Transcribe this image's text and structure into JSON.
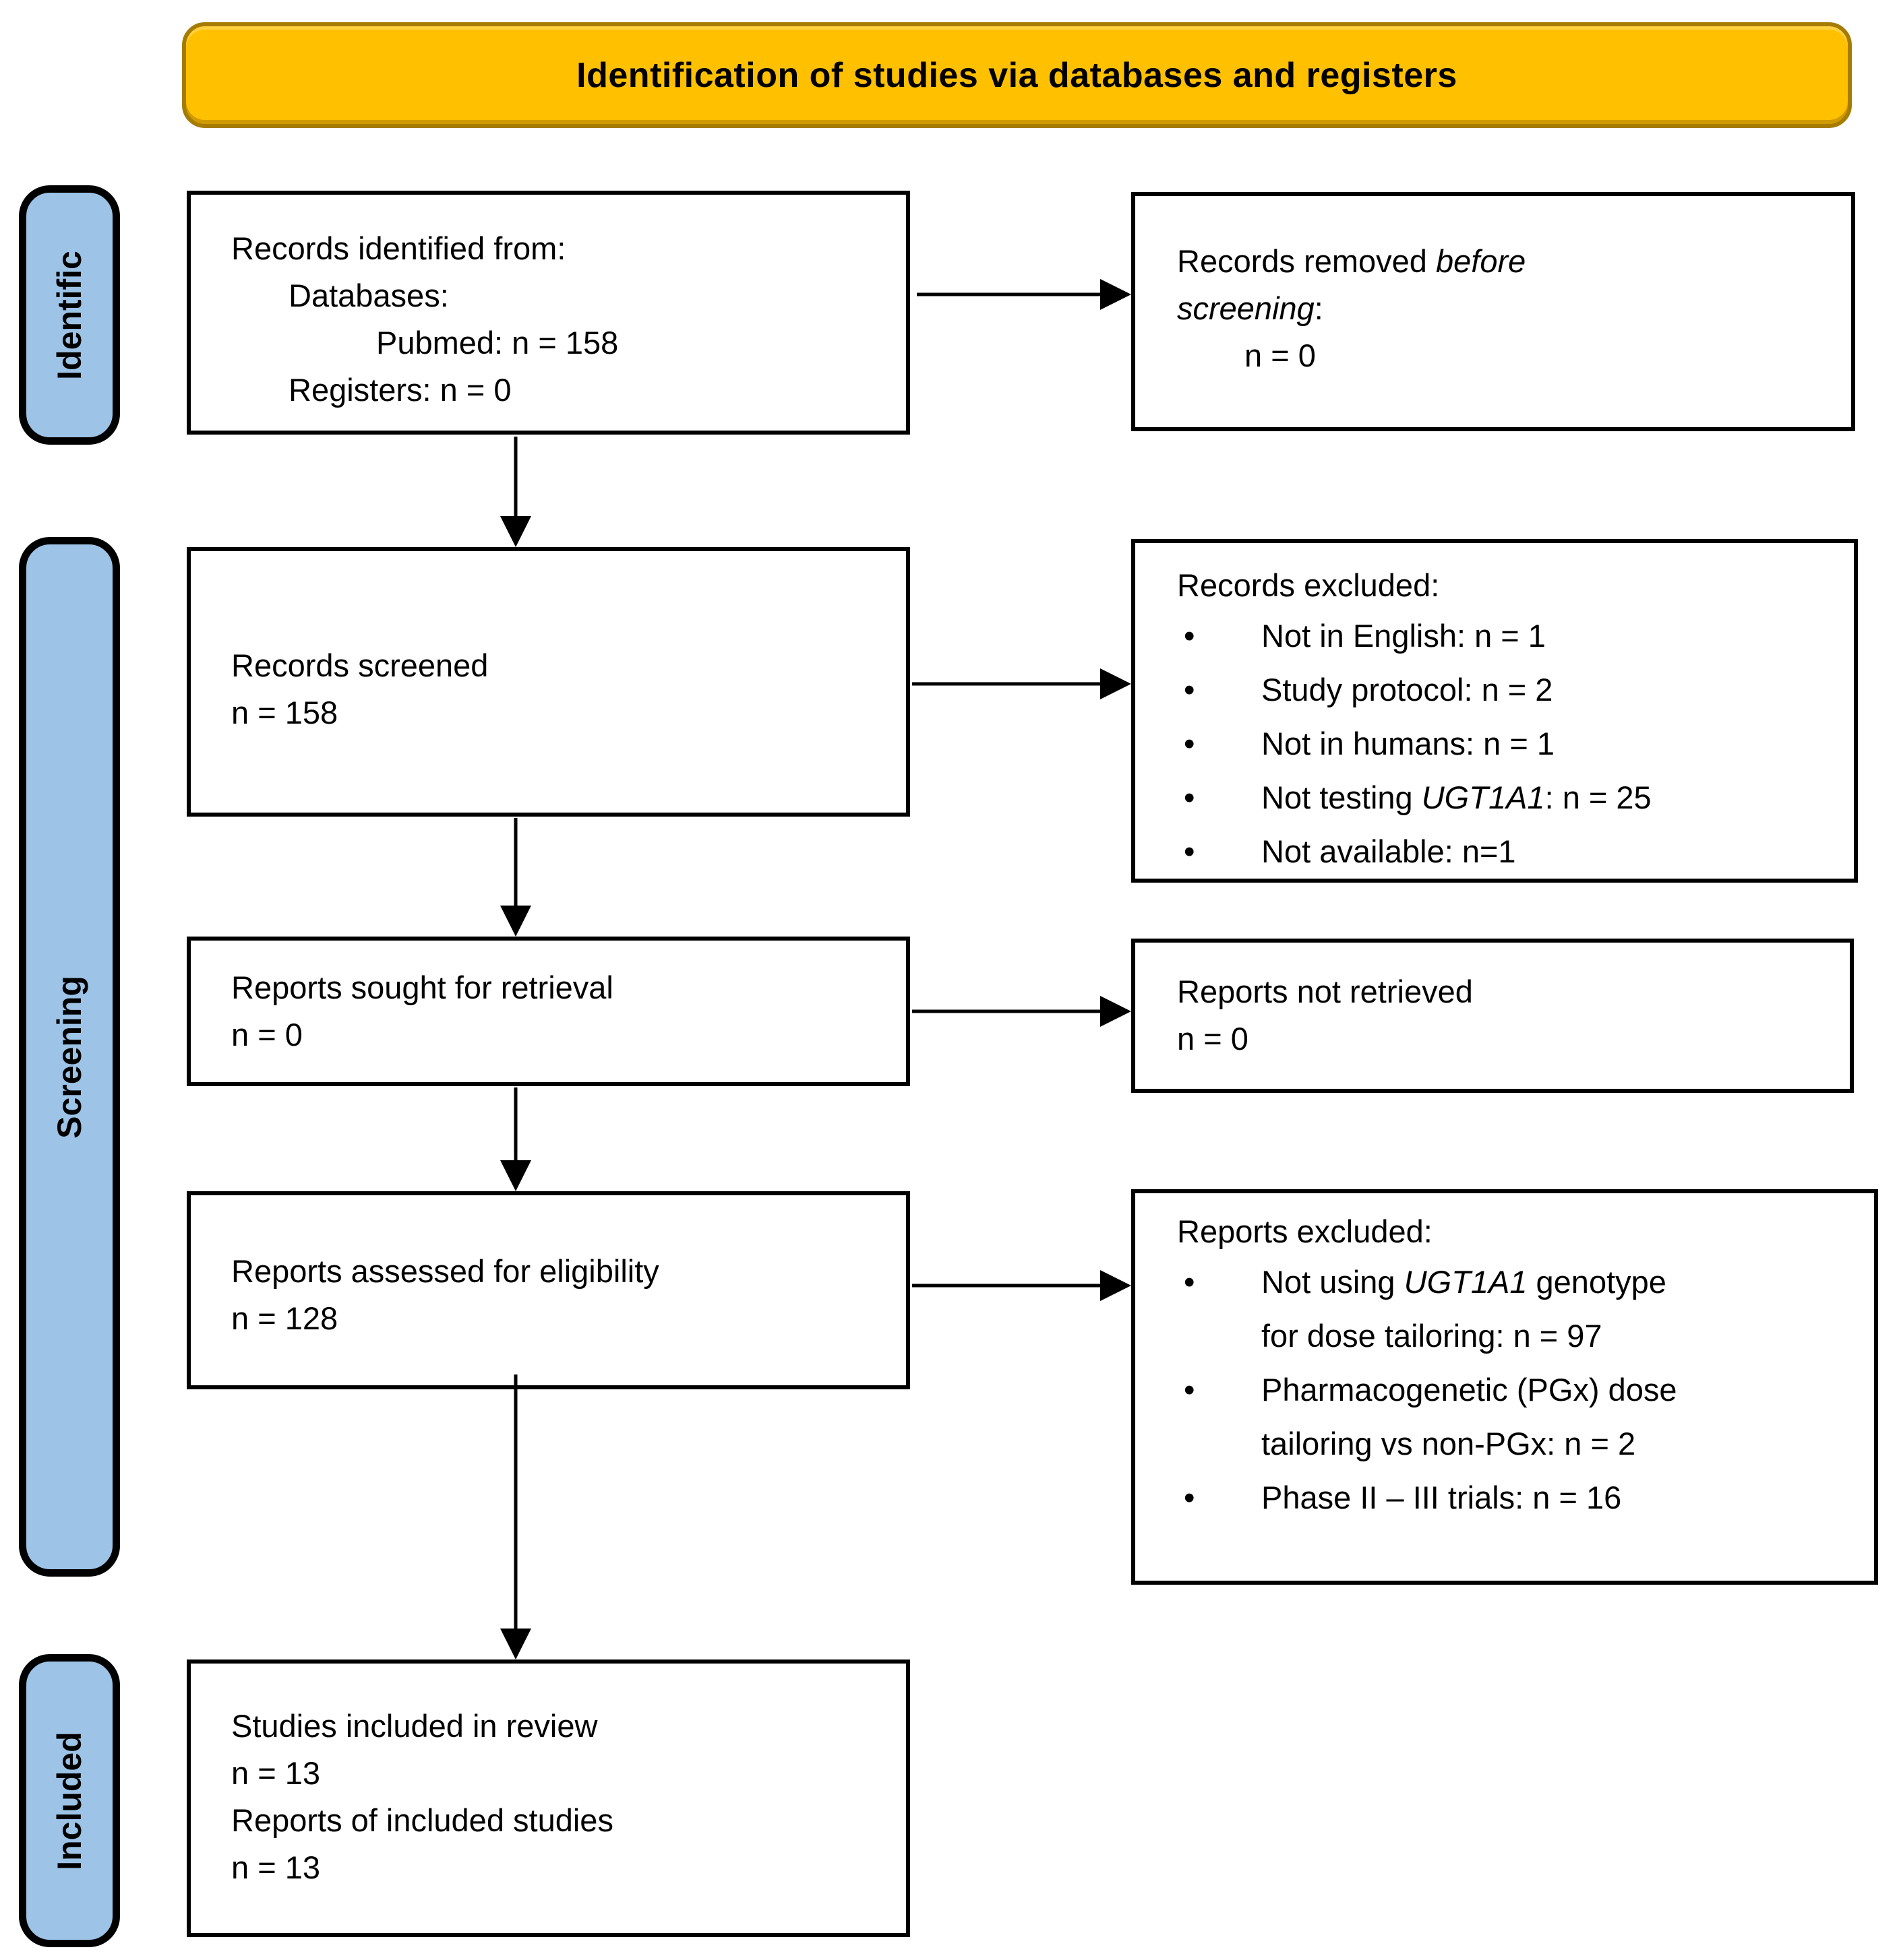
{
  "banner": {
    "title": "Identification of studies via databases and registers"
  },
  "bullet_glyph": "•",
  "colors": {
    "banner_fill": "#FFC000",
    "banner_border": "#A67C00",
    "sidebar_fill": "#9DC3E6",
    "ink": "#000000"
  },
  "sidebar": {
    "identification_label": "Identific",
    "screening_label": "Screening",
    "included_label": "Included"
  },
  "left_column": {
    "records_identified": {
      "line1": "Records identified from:",
      "line2": "Databases:",
      "line3": "Pubmed: n = 158",
      "line4": "Registers: n = 0"
    },
    "records_screened": {
      "line1": "Records screened",
      "count": "n = 158"
    },
    "reports_sought": {
      "line1": "Reports sought for retrieval",
      "count": "n = 0"
    },
    "reports_assessed": {
      "line1": "Reports assessed for eligibility",
      "count": "n = 128"
    },
    "studies_included": {
      "line1": "Studies included in review",
      "count1": "n = 13",
      "line2": "Reports of included studies",
      "count2": "n = 13"
    }
  },
  "right_column": {
    "records_removed": {
      "line1_pre": "Records removed ",
      "line1_em": "before",
      "line2_em": "screening",
      "line2_post": ":",
      "count": "n = 0"
    },
    "records_excluded": {
      "heading": "Records excluded:",
      "bullets": [
        {
          "pre": "Not in English: n = 1",
          "em": "",
          "post": ""
        },
        {
          "pre": "Study protocol: n = 2",
          "em": "",
          "post": ""
        },
        {
          "pre": "Not in humans: n = 1",
          "em": "",
          "post": ""
        },
        {
          "pre": "Not testing ",
          "em": "UGT1A1",
          "post": ": n = 25"
        },
        {
          "pre": "Not available: n=1",
          "em": "",
          "post": ""
        }
      ]
    },
    "reports_not_retrieved": {
      "line1": "Reports not retrieved",
      "count": "n = 0"
    },
    "reports_excluded": {
      "heading": "Reports excluded:",
      "bullets": [
        {
          "l1pre": "Not using ",
          "l1em": "UGT1A1",
          "l1post": " genotype",
          "l2": "for dose tailoring: n = 97"
        },
        {
          "l1pre": "Pharmacogenetic (PGx) dose",
          "l1em": "",
          "l1post": "",
          "l2": "tailoring vs non-PGx: n = 2"
        },
        {
          "l1pre": "Phase II – III trials: n = 16",
          "l1em": "",
          "l1post": "",
          "l2": ""
        }
      ]
    }
  }
}
